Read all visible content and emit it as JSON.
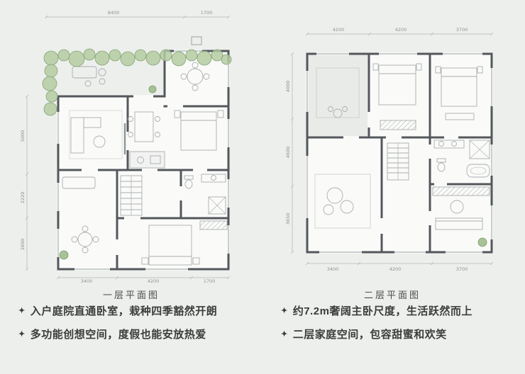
{
  "bullet_marker": "✦",
  "colors": {
    "background": "#edefec",
    "wall": "#54575c",
    "greenery": "#9dbb8b",
    "text": "#3a3d3a",
    "dimension": "#8f938f"
  },
  "plans": [
    {
      "caption": "一层平面图",
      "dims_top": [
        "8400",
        "1700"
      ],
      "dims_left": [
        "5000",
        "2220",
        "2890"
      ],
      "dims_bottom": [
        "3400",
        "4200",
        "1700"
      ]
    },
    {
      "caption": "二层平面图",
      "dims_top": [
        "4200",
        "4200",
        "3700"
      ],
      "dims_left": [
        "4000",
        "4600",
        "3650"
      ],
      "dims_bottom": [
        "3400",
        "4200",
        "3700"
      ]
    }
  ],
  "features_left": [
    "入户庭院直通卧室，栽种四季豁然开朗",
    "多功能创想空间，度假也能安放热爱"
  ],
  "features_right": [
    "约7.2m奢阔主卧尺度，生活跃然而上",
    "二层家庭空间，包容甜蜜和欢笑"
  ]
}
